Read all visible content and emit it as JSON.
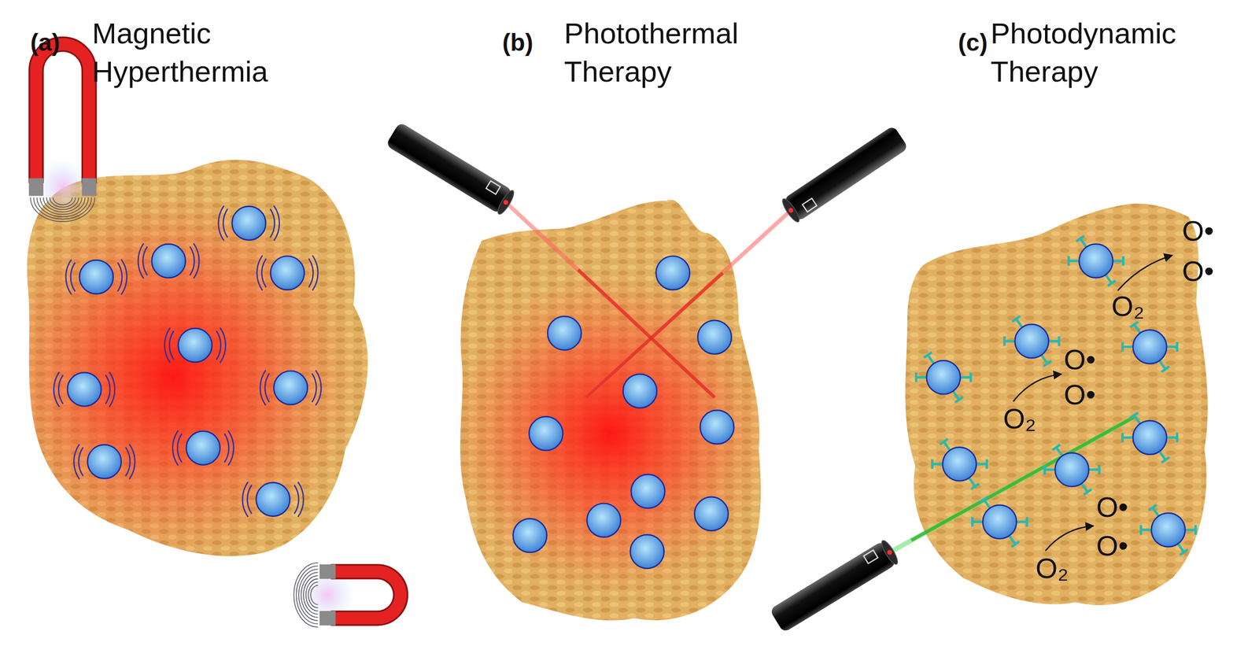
{
  "diagram": {
    "nodes": [
      {
        "text": [
          "(a)",
          "Magnetic Hyperthermia"
        ]
      },
      {
        "text": [
          "(b)",
          "Photothermal Therapy"
        ]
      },
      {
        "text": [
          "(c)",
          "Photodynamic Therapy"
        ]
      }
    ],
    "labels": [
      "O•",
      "O•",
      "O₂",
      "O•",
      "O•",
      "O₂",
      "O•",
      "O•",
      "O₂"
    ]
  }
}
